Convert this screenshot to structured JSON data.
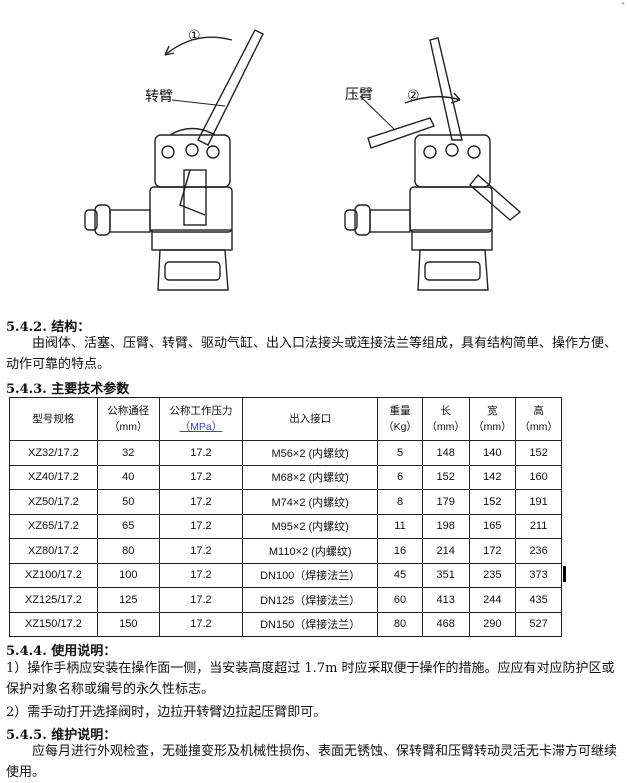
{
  "figure": {
    "label_left_arm": "转臂",
    "label_right_arm": "压臂",
    "step_1": "①",
    "step_2": "②",
    "corner_mark": "\""
  },
  "sections": {
    "s542_title": "5.4.2.  结构：",
    "s542_text": "由阀体、活塞、压臂、转臂、驱动气缸、出入口法接头或连接法兰等组成，具有结构简单、操作方便、动作可靠的特点。",
    "s543_title": "5.4.3.  主要技术参数",
    "s544_title": "5.4.4.  使用说明：",
    "s544_item1": "1）操作手柄应安装在操作面一侧，当安装高度超过 1.7m 时应采取便于操作的措施。应应有对应防护区或保护对象名称或编号的永久性标志。",
    "s544_item2": "2）需手动打开选择阀时，边拉开转臂边拉起压臂即可。",
    "s545_title": "5.4.5.  维护说明：",
    "s545_text": "应每月进行外观检查，无碰撞变形及机械性损伤、表面无锈蚀、保转臂和压臂转动灵活无卡滞方可继续使用。"
  },
  "table": {
    "headers": [
      {
        "main": "型号规格",
        "unit": ""
      },
      {
        "main": "公称通径",
        "unit": "（mm）"
      },
      {
        "main": "公称工作压力",
        "unit": "（MPa）"
      },
      {
        "main": "出入接口",
        "unit": ""
      },
      {
        "main": "重量",
        "unit": "（Kg）"
      },
      {
        "main": "长",
        "unit": "（mm）"
      },
      {
        "main": "宽",
        "unit": "（mm）"
      },
      {
        "main": "高",
        "unit": "（mm）"
      }
    ],
    "rows": [
      [
        "XZ32/17.2",
        "32",
        "17.2",
        "M56×2 (内螺纹)",
        "5",
        "148",
        "140",
        "152"
      ],
      [
        "XZ40/17.2",
        "40",
        "17.2",
        "M68×2 (内螺纹)",
        "6",
        "152",
        "142",
        "160"
      ],
      [
        "XZ50/17.2",
        "50",
        "17.2",
        "M74×2 (内螺纹)",
        "8",
        "179",
        "152",
        "191"
      ],
      [
        "XZ65/17.2",
        "65",
        "17.2",
        "M95×2 (内螺纹)",
        "11",
        "198",
        "165",
        "211"
      ],
      [
        "XZ80/17.2",
        "80",
        "17.2",
        "M110×2 (内螺纹)",
        "16",
        "214",
        "172",
        "236"
      ],
      [
        "XZ100/17.2",
        "100",
        "17.2",
        "DN100（焊接法兰）",
        "45",
        "351",
        "235",
        "373"
      ],
      [
        "XZ125/17.2",
        "125",
        "17.2",
        "DN125（焊接法兰）",
        "60",
        "413",
        "244",
        "435"
      ],
      [
        "XZ150/17.2",
        "150",
        "17.2",
        "DN150（焊接法兰）",
        "80",
        "468",
        "290",
        "527"
      ]
    ]
  }
}
